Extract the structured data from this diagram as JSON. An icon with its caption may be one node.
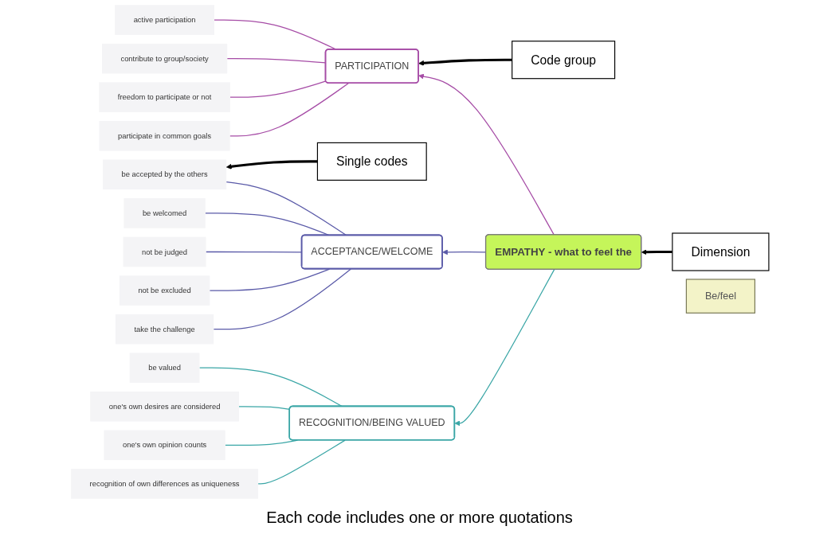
{
  "diagram": {
    "caption": "Each code includes one or more quotations",
    "nodes": [
      {
        "text": [
          "Code group"
        ]
      },
      {
        "text": [
          "Single codes"
        ]
      },
      {
        "text": [
          "Dimension"
        ]
      },
      {
        "text": [
          "EMPATHY - what to feel the"
        ]
      },
      {
        "text": [
          "PARTICIPATION"
        ]
      },
      {
        "text": [
          "active participation"
        ]
      },
      {
        "text": [
          "contribute to group/society"
        ]
      },
      {
        "text": [
          "freedom to participate or not"
        ]
      },
      {
        "text": [
          "participate in common goals"
        ]
      },
      {
        "text": [
          "ACCEPTANCE/WELCOME"
        ]
      },
      {
        "text": [
          "be accepted by the others"
        ]
      },
      {
        "text": [
          "be welcomed"
        ]
      },
      {
        "text": [
          "not be judged"
        ]
      },
      {
        "text": [
          "not be excluded"
        ]
      },
      {
        "text": [
          "take the challenge"
        ]
      },
      {
        "text": [
          "Be/feel"
        ]
      },
      {
        "text": [
          "RECOGNITION/BEING VALUED"
        ]
      },
      {
        "text": [
          "be valued"
        ]
      },
      {
        "text": [
          "one's own desires are considered"
        ]
      },
      {
        "text": [
          "one's own opinion counts"
        ]
      },
      {
        "text": [
          "recognition of own differences as uniqueness"
        ]
      }
    ],
    "edges": [
      {
        "from": 0,
        "to": 4,
        "arrow": "to",
        "style": "thick",
        "color": "#000000"
      },
      {
        "from": 1,
        "to": 10,
        "arrow": "to",
        "style": "thick",
        "color": "#000000"
      },
      {
        "from": 2,
        "to": 3,
        "arrow": "to",
        "style": "thick",
        "color": "#000000"
      },
      {
        "from": 3,
        "to": 4,
        "arrow": "to",
        "color": "#a64ca6"
      },
      {
        "from": 3,
        "to": 9,
        "arrow": "to",
        "color": "#5a5aa8"
      },
      {
        "from": 3,
        "to": 16,
        "arrow": "to",
        "color": "#3aa6a6"
      },
      {
        "from": 4,
        "to": 5,
        "arrow": "none",
        "color": "#a64ca6"
      },
      {
        "from": 4,
        "to": 6,
        "arrow": "none",
        "color": "#a64ca6"
      },
      {
        "from": 4,
        "to": 7,
        "arrow": "none",
        "color": "#a64ca6"
      },
      {
        "from": 4,
        "to": 8,
        "arrow": "none",
        "color": "#a64ca6"
      },
      {
        "from": 9,
        "to": 10,
        "arrow": "none",
        "color": "#5a5aa8"
      },
      {
        "from": 9,
        "to": 11,
        "arrow": "none",
        "color": "#5a5aa8"
      },
      {
        "from": 9,
        "to": 12,
        "arrow": "none",
        "color": "#5a5aa8"
      },
      {
        "from": 9,
        "to": 13,
        "arrow": "none",
        "color": "#5a5aa8"
      },
      {
        "from": 9,
        "to": 14,
        "arrow": "none",
        "color": "#5a5aa8"
      },
      {
        "from": 16,
        "to": 17,
        "arrow": "none",
        "color": "#3aa6a6"
      },
      {
        "from": 16,
        "to": 18,
        "arrow": "none",
        "color": "#3aa6a6"
      },
      {
        "from": 16,
        "to": 19,
        "arrow": "none",
        "color": "#3aa6a6"
      },
      {
        "from": 16,
        "to": 20,
        "arrow": "none",
        "color": "#3aa6a6"
      }
    ]
  }
}
